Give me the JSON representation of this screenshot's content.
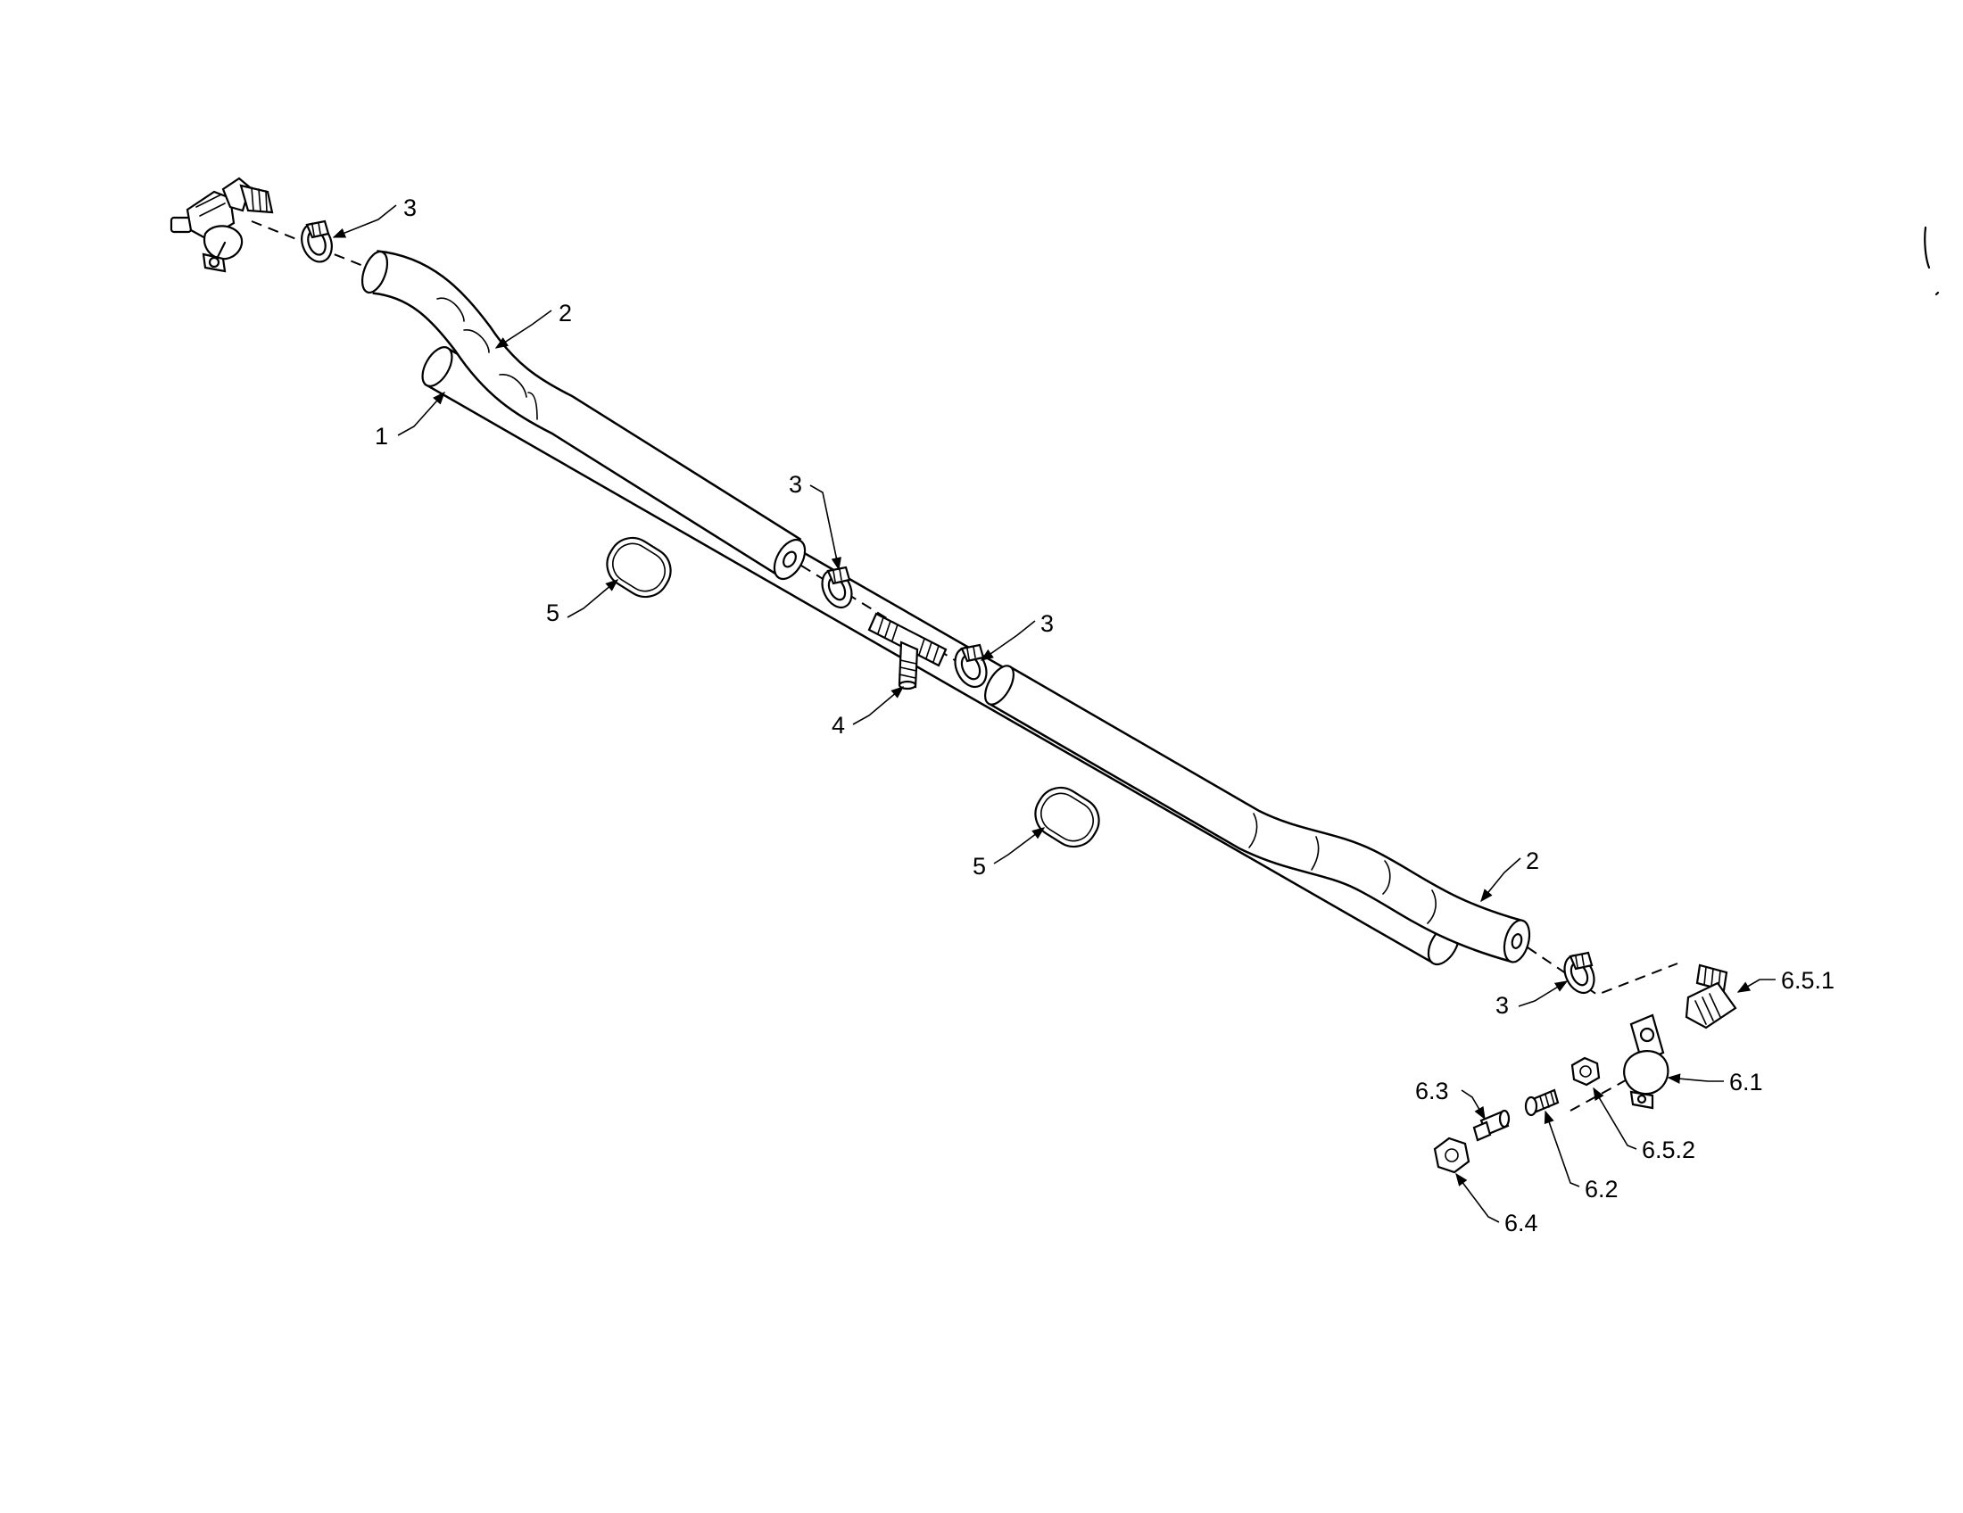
{
  "callouts": {
    "c3_top": "3",
    "c2_top": "2",
    "c1": "1",
    "c3_mid_left": "3",
    "c5_left": "5",
    "c3_mid_right": "3",
    "c4": "4",
    "c5_right": "5",
    "c2_bottom": "2",
    "c3_bottom": "3",
    "c651": "6.5.1",
    "c61": "6.1",
    "c63": "6.3",
    "c652": "6.5.2",
    "c62": "6.2",
    "c64": "6.4"
  }
}
